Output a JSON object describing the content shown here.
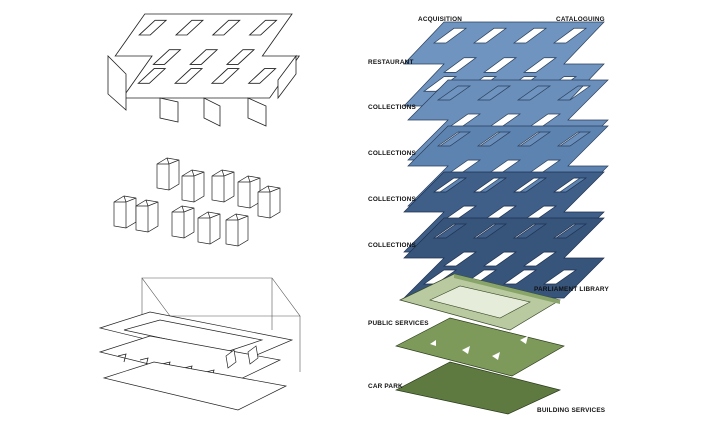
{
  "labels": {
    "acquisition": "ACQUISITION",
    "cataloguing": "CATALOGUING",
    "restaurant": "RESTAURANT",
    "collections_1": "COLLECTIONS",
    "collections_2": "COLLECTIONS",
    "collections_3": "COLLECTIONS",
    "collections_4": "COLLECTIONS",
    "parliament_library": "PARLIAMENT LIBRARY",
    "public_services": "PUBLIC SERVICES",
    "car_park": "CAR PARK",
    "building_services": "BUILDING SERVICES"
  },
  "colors": {
    "lattice_light": "#6f94bf",
    "lattice_mid": "#5d83b0",
    "lattice_dark": "#3f5f88",
    "lattice_darkest": "#37547a",
    "slab_light": "#b9c9a0",
    "slab_mid": "#7d9a5a",
    "slab_dark": "#5f7a40",
    "line": "#222222"
  },
  "icons": {
    "lattice": "diamond-lattice-floor",
    "core": "vertical-core-block",
    "slab": "floor-slab"
  }
}
